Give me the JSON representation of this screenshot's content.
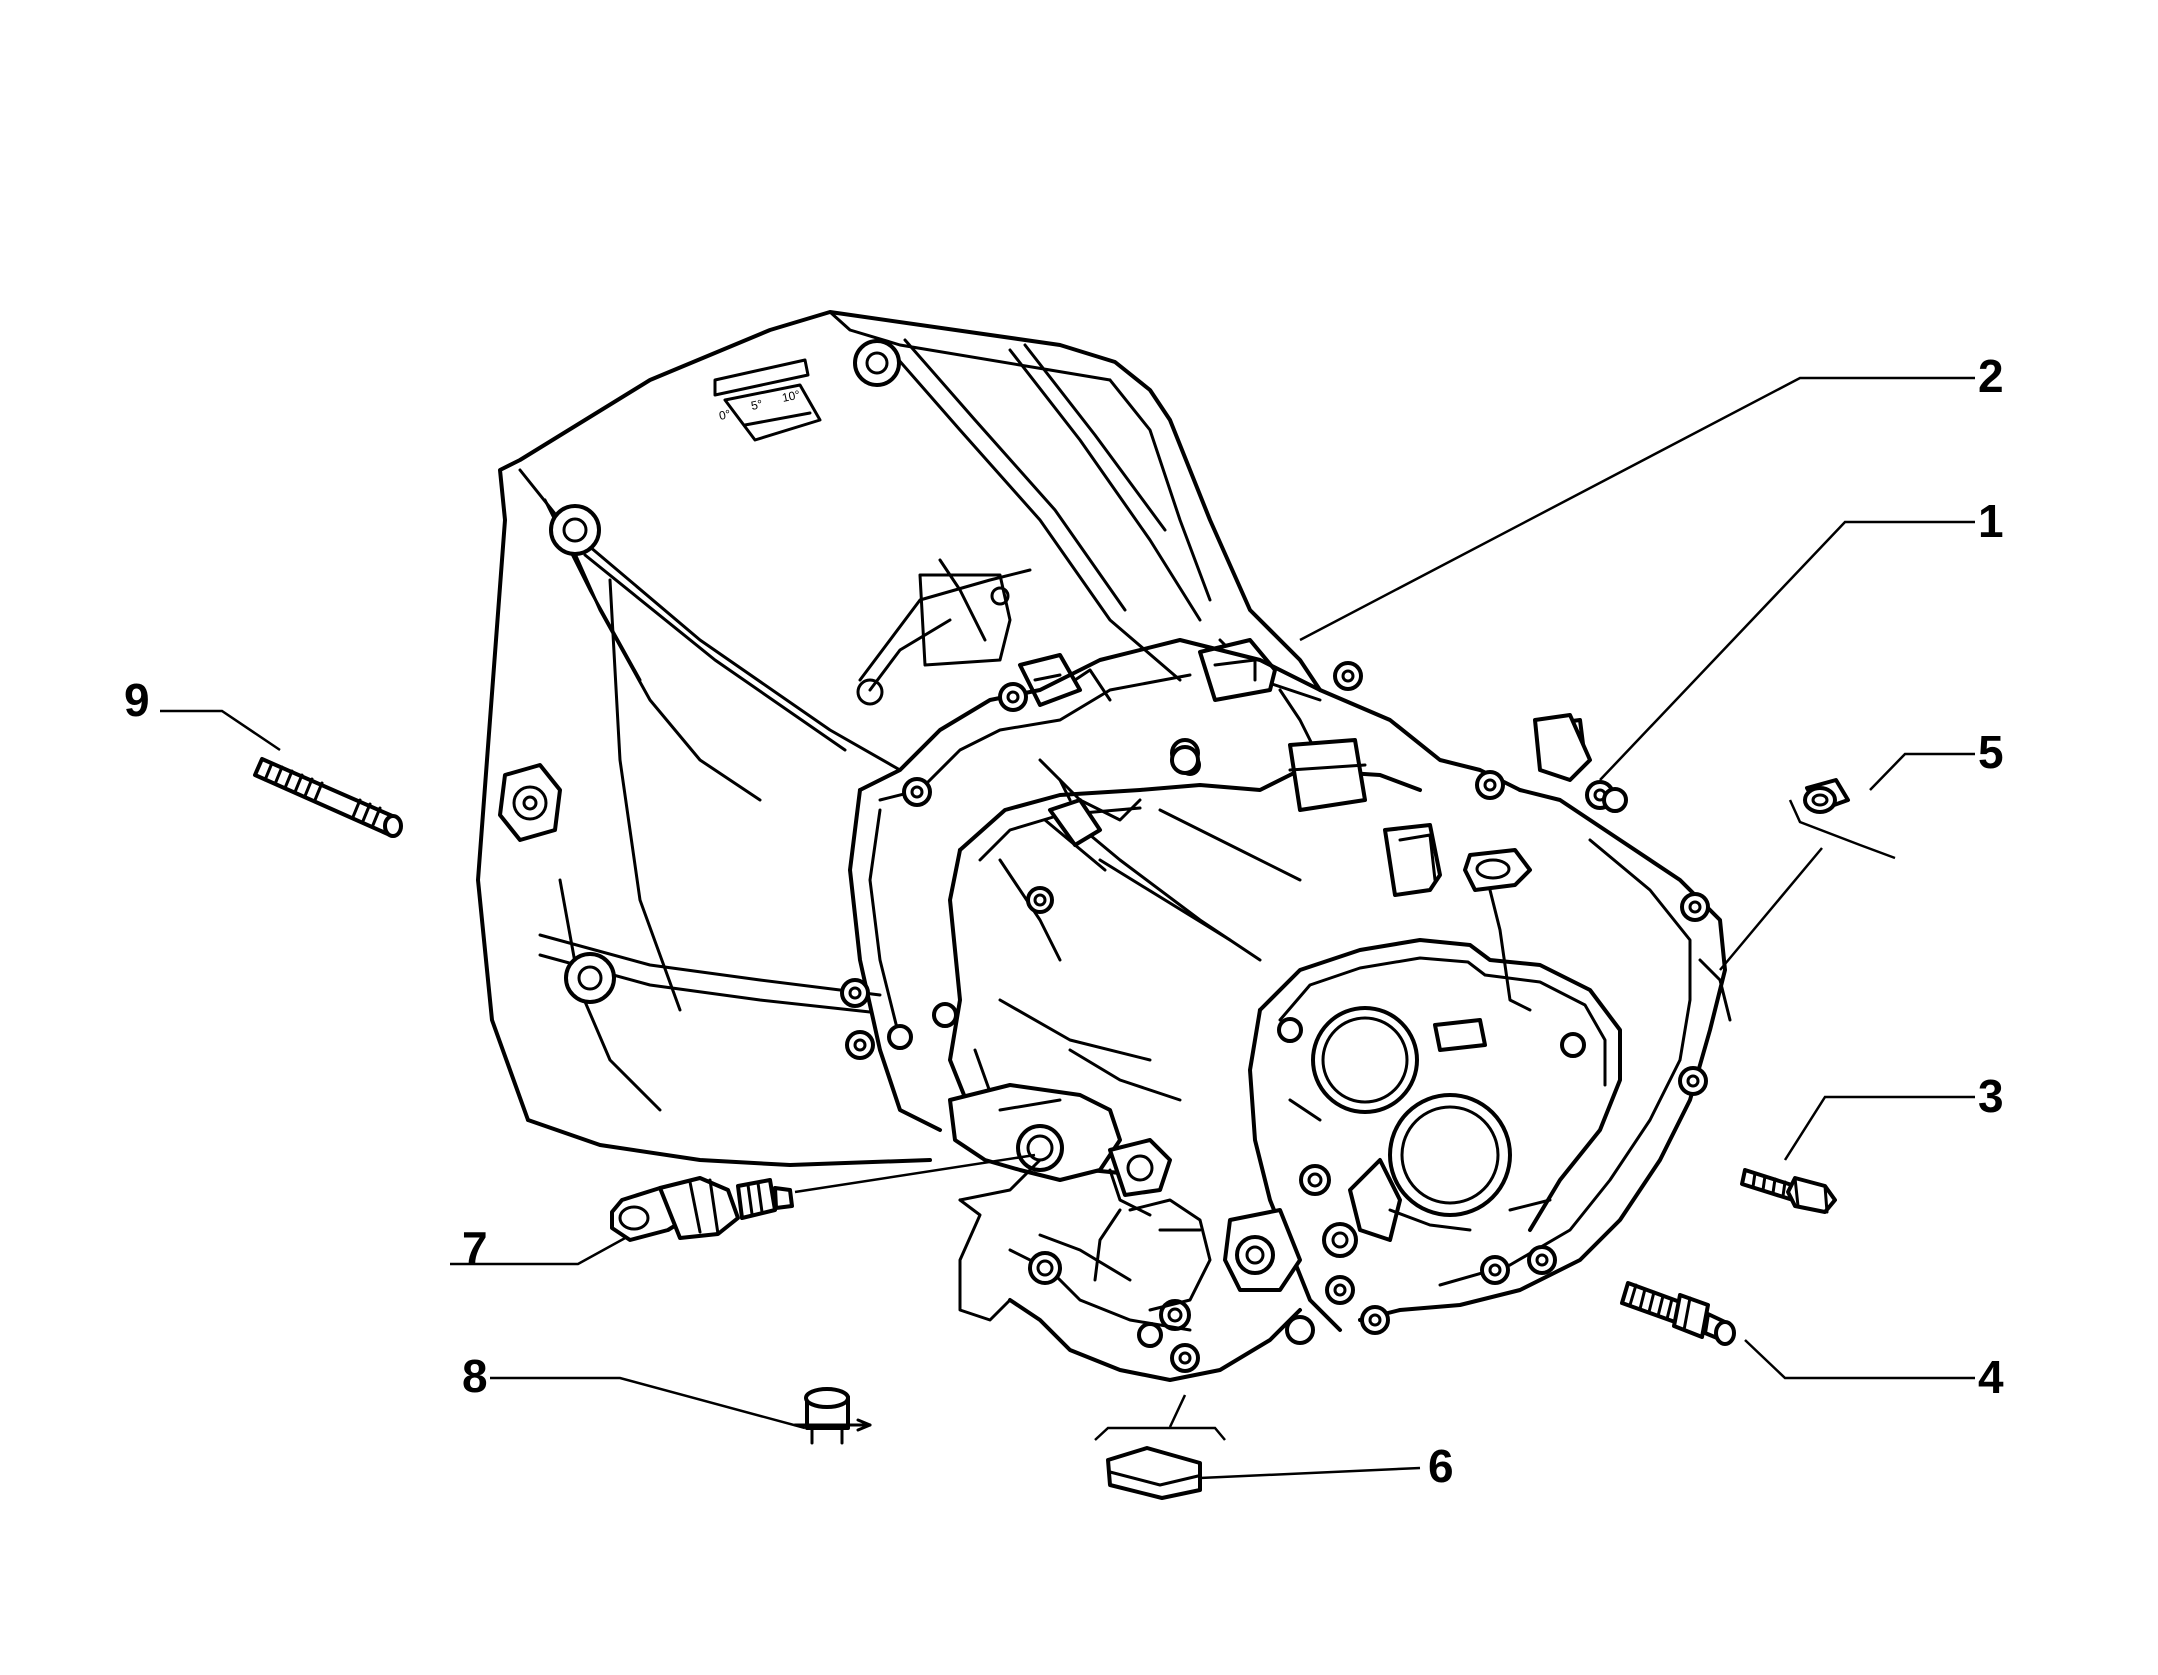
{
  "diagram": {
    "scale_ticks": [
      "0°",
      "5°",
      "10°"
    ],
    "callouts": [
      {
        "id": "1",
        "label": "1"
      },
      {
        "id": "2",
        "label": "2"
      },
      {
        "id": "3",
        "label": "3"
      },
      {
        "id": "4",
        "label": "4"
      },
      {
        "id": "5",
        "label": "5"
      },
      {
        "id": "6",
        "label": "6"
      },
      {
        "id": "7",
        "label": "7"
      },
      {
        "id": "8",
        "label": "8"
      },
      {
        "id": "9",
        "label": "9"
      }
    ]
  },
  "colors": {
    "ink": "#000000",
    "paper": "#ffffff"
  }
}
